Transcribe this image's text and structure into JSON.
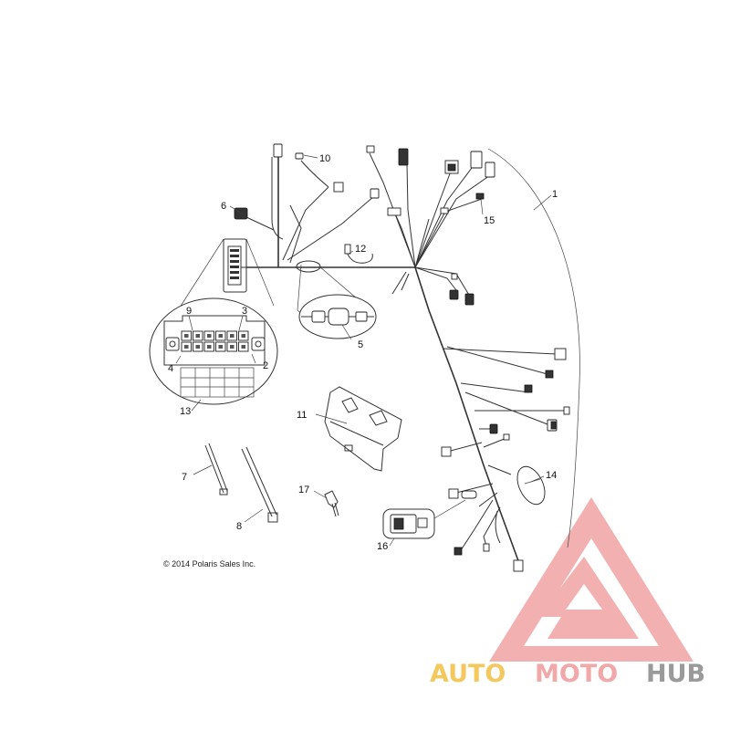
{
  "callouts": {
    "c1": "1",
    "c2": "2",
    "c3": "3",
    "c4": "4",
    "c5": "5",
    "c6": "6",
    "c7": "7",
    "c8": "8",
    "c9": "9",
    "c10": "10",
    "c11": "11",
    "c12": "12",
    "c13": "13",
    "c14": "14",
    "c15": "15",
    "c16": "16",
    "c17": "17"
  },
  "copyright": "© 2014 Polaris Sales Inc.",
  "watermark": {
    "part1": "AUTO",
    "part2": "MOTO",
    "part3": "HUB",
    "colors": {
      "yellow": "#f3c95e",
      "red": "#f1a8a8",
      "gray": "#9a9a9a"
    }
  }
}
